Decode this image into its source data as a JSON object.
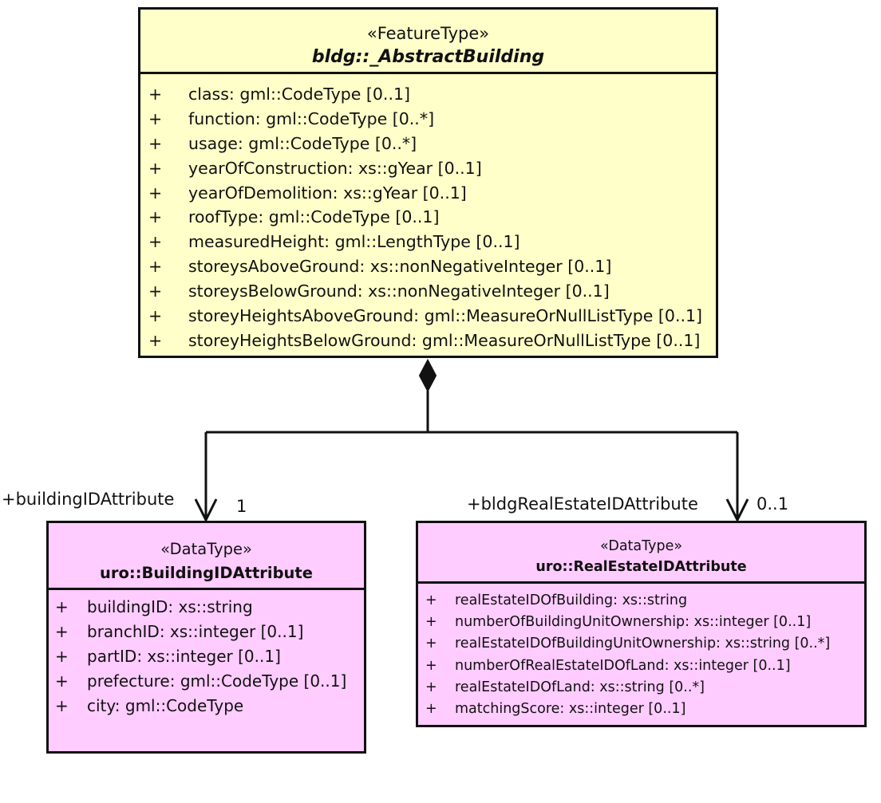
{
  "feature_type": {
    "stereotype": "«FeatureType»",
    "name": "bldg::_AbstractBuilding",
    "attributes": [
      {
        "vis": "+",
        "text": "class: gml::CodeType [0..1]"
      },
      {
        "vis": "+",
        "text": "function: gml::CodeType [0..*]"
      },
      {
        "vis": "+",
        "text": "usage: gml::CodeType [0..*]"
      },
      {
        "vis": "+",
        "text": "yearOfConstruction: xs::gYear [0..1]"
      },
      {
        "vis": "+",
        "text": "yearOfDemolition: xs::gYear [0..1]"
      },
      {
        "vis": "+",
        "text": "roofType: gml::CodeType [0..1]"
      },
      {
        "vis": "+",
        "text": "measuredHeight: gml::LengthType [0..1]"
      },
      {
        "vis": "+",
        "text": "storeysAboveGround: xs::nonNegativeInteger [0..1]"
      },
      {
        "vis": "+",
        "text": "storeysBelowGround: xs::nonNegativeInteger [0..1]"
      },
      {
        "vis": "+",
        "text": "storeyHeightsAboveGround: gml::MeasureOrNullListType [0..1]"
      },
      {
        "vis": "+",
        "text": "storeyHeightsBelowGround: gml::MeasureOrNullListType [0..1]"
      }
    ]
  },
  "building_id": {
    "stereotype": "«DataType»",
    "name": "uro::BuildingIDAttribute",
    "role": "+buildingIDAttribute",
    "multiplicity": "1",
    "attributes": [
      {
        "vis": "+",
        "text": "buildingID: xs::string"
      },
      {
        "vis": "+",
        "text": "branchID: xs::integer [0..1]"
      },
      {
        "vis": "+",
        "text": "partID: xs::integer [0..1]"
      },
      {
        "vis": "+",
        "text": "prefecture: gml::CodeType [0..1]"
      },
      {
        "vis": "+",
        "text": "city: gml::CodeType"
      }
    ]
  },
  "real_estate_id": {
    "stereotype": "«DataType»",
    "name": "uro::RealEstateIDAttribute",
    "role": "+bldgRealEstateIDAttribute",
    "multiplicity": "0..1",
    "attributes": [
      {
        "vis": "+",
        "text": "realEstateIDOfBuilding: xs::string"
      },
      {
        "vis": "+",
        "text": "numberOfBuildingUnitOwnership: xs::integer [0..1]"
      },
      {
        "vis": "+",
        "text": "realEstateIDOfBuildingUnitOwnership: xs::string [0..*]"
      },
      {
        "vis": "+",
        "text": "numberOfRealEstateIDOfLand: xs::integer [0..1]"
      },
      {
        "vis": "+",
        "text": "realEstateIDOfLand: xs::string [0..*]"
      },
      {
        "vis": "+",
        "text": "matchingScore: xs::integer [0..1]"
      }
    ]
  },
  "colors": {
    "feature_fill": "#ffffc9",
    "datatype_fill": "#ffccff",
    "line": "#111111"
  }
}
